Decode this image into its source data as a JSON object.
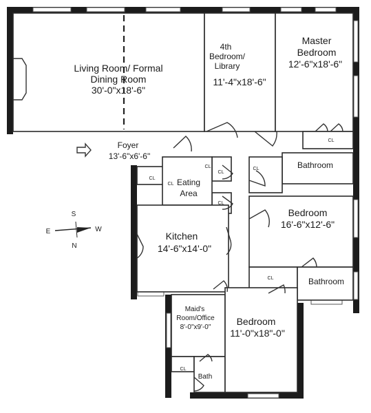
{
  "rooms": {
    "living": {
      "name_1": "Living Room/ Formal",
      "name_2": "Dining Room",
      "dims": "30'-0\"x18'-6\""
    },
    "library": {
      "name_1": "4th",
      "name_2": "Bedroom/",
      "name_3": "Library",
      "dims": "11'-4\"x18'-6\""
    },
    "master": {
      "name_1": "Master",
      "name_2": "Bedroom",
      "dims": "12'-6\"x18'-6\""
    },
    "foyer": {
      "name": "Foyer",
      "dims": "13'-6\"x6'-6\""
    },
    "eating": {
      "name_1": "Eating",
      "name_2": "Area"
    },
    "kitchen": {
      "name": "Kitchen",
      "dims": "14'-6\"x14'-0\""
    },
    "bathroom_upper": {
      "name": "Bathroom"
    },
    "bedroom_mid": {
      "name": "Bedroom",
      "dims": "16'-6\"x12'-6\""
    },
    "bathroom_lower": {
      "name": "Bathroom"
    },
    "maids": {
      "name_1": "Maid's",
      "name_2": "Room/Office",
      "dims": "8'-0\"x9'-0\""
    },
    "bedroom_low": {
      "name": "Bedroom",
      "dims": "11'-0\"x18\"-0\""
    },
    "bath": {
      "name": "Bath"
    }
  },
  "closets": {
    "cl": "CL"
  },
  "compass": {
    "s": "S",
    "e": "E",
    "w": "W",
    "n": "N"
  }
}
